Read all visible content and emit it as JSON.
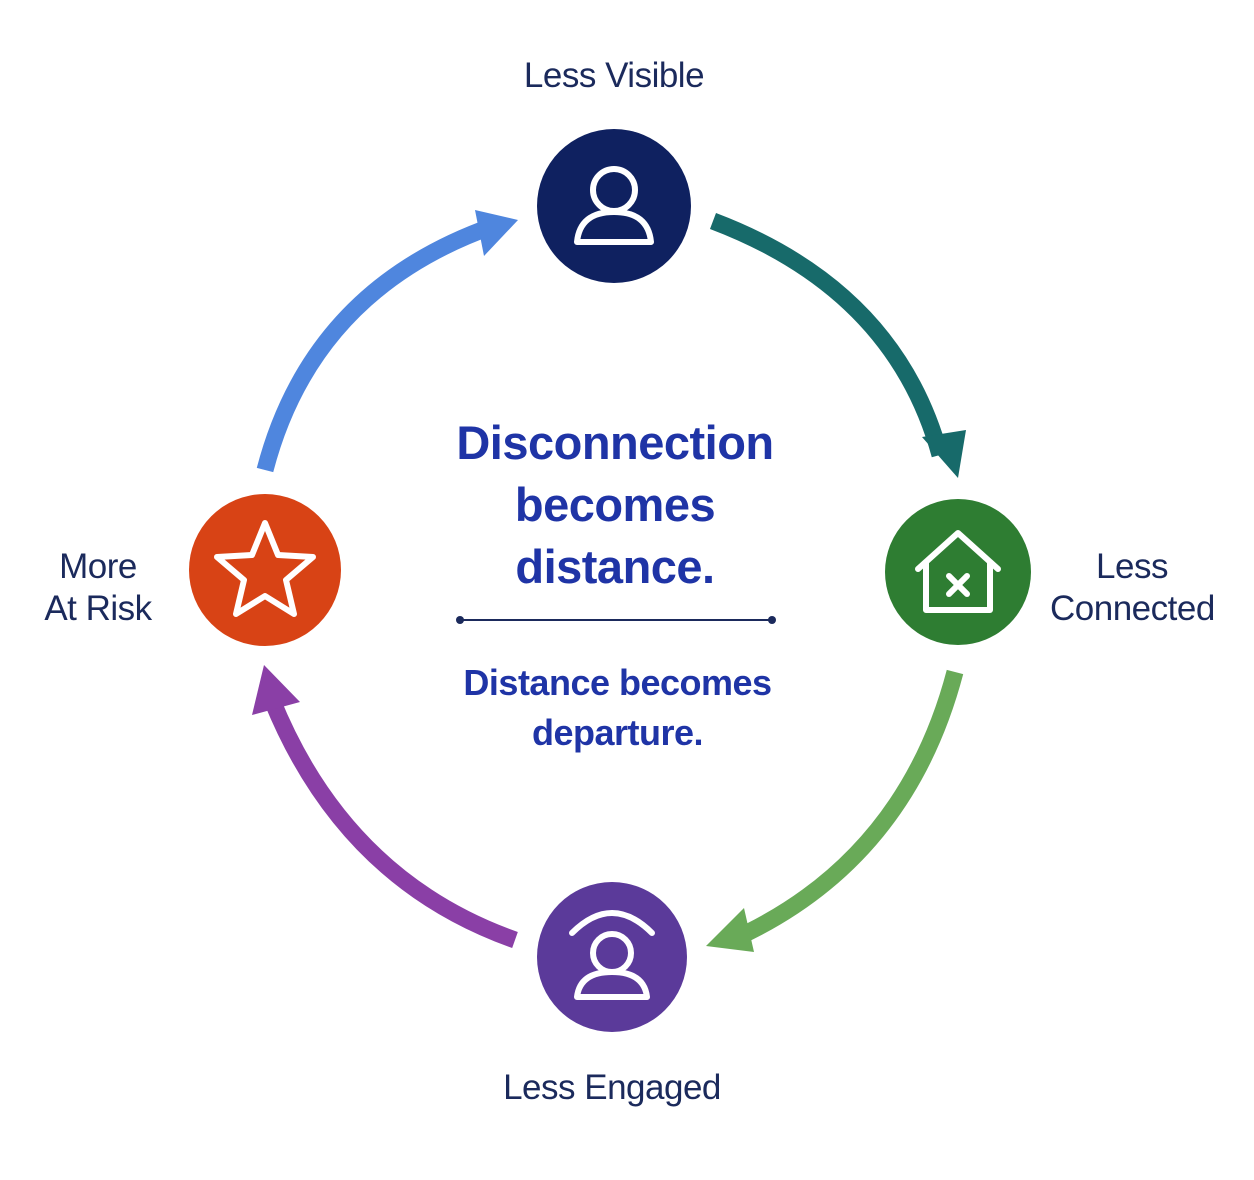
{
  "nodes": {
    "top": {
      "label": "Less Visible",
      "color": "#0f2160",
      "icon": "user-icon"
    },
    "right": {
      "label_line1": "Less",
      "label_line2": "Connected",
      "color": "#2e7d32",
      "icon": "house-x-icon"
    },
    "bottom": {
      "label": "Less Engaged",
      "color": "#5b3a9a",
      "icon": "user-signal-icon"
    },
    "left": {
      "label_line1": "More",
      "label_line2": "At Risk",
      "color": "#d84315",
      "icon": "star-icon"
    }
  },
  "arrows": {
    "top_to_right": "#176a6a",
    "right_to_bottom": "#69aa58",
    "bottom_to_left": "#8a3fa6",
    "left_to_top": "#4f86de"
  },
  "center": {
    "title_line1": "Disconnection",
    "title_line2": "becomes",
    "title_line3": "distance.",
    "subtitle_line1": "Distance becomes",
    "subtitle_line2": "departure."
  }
}
